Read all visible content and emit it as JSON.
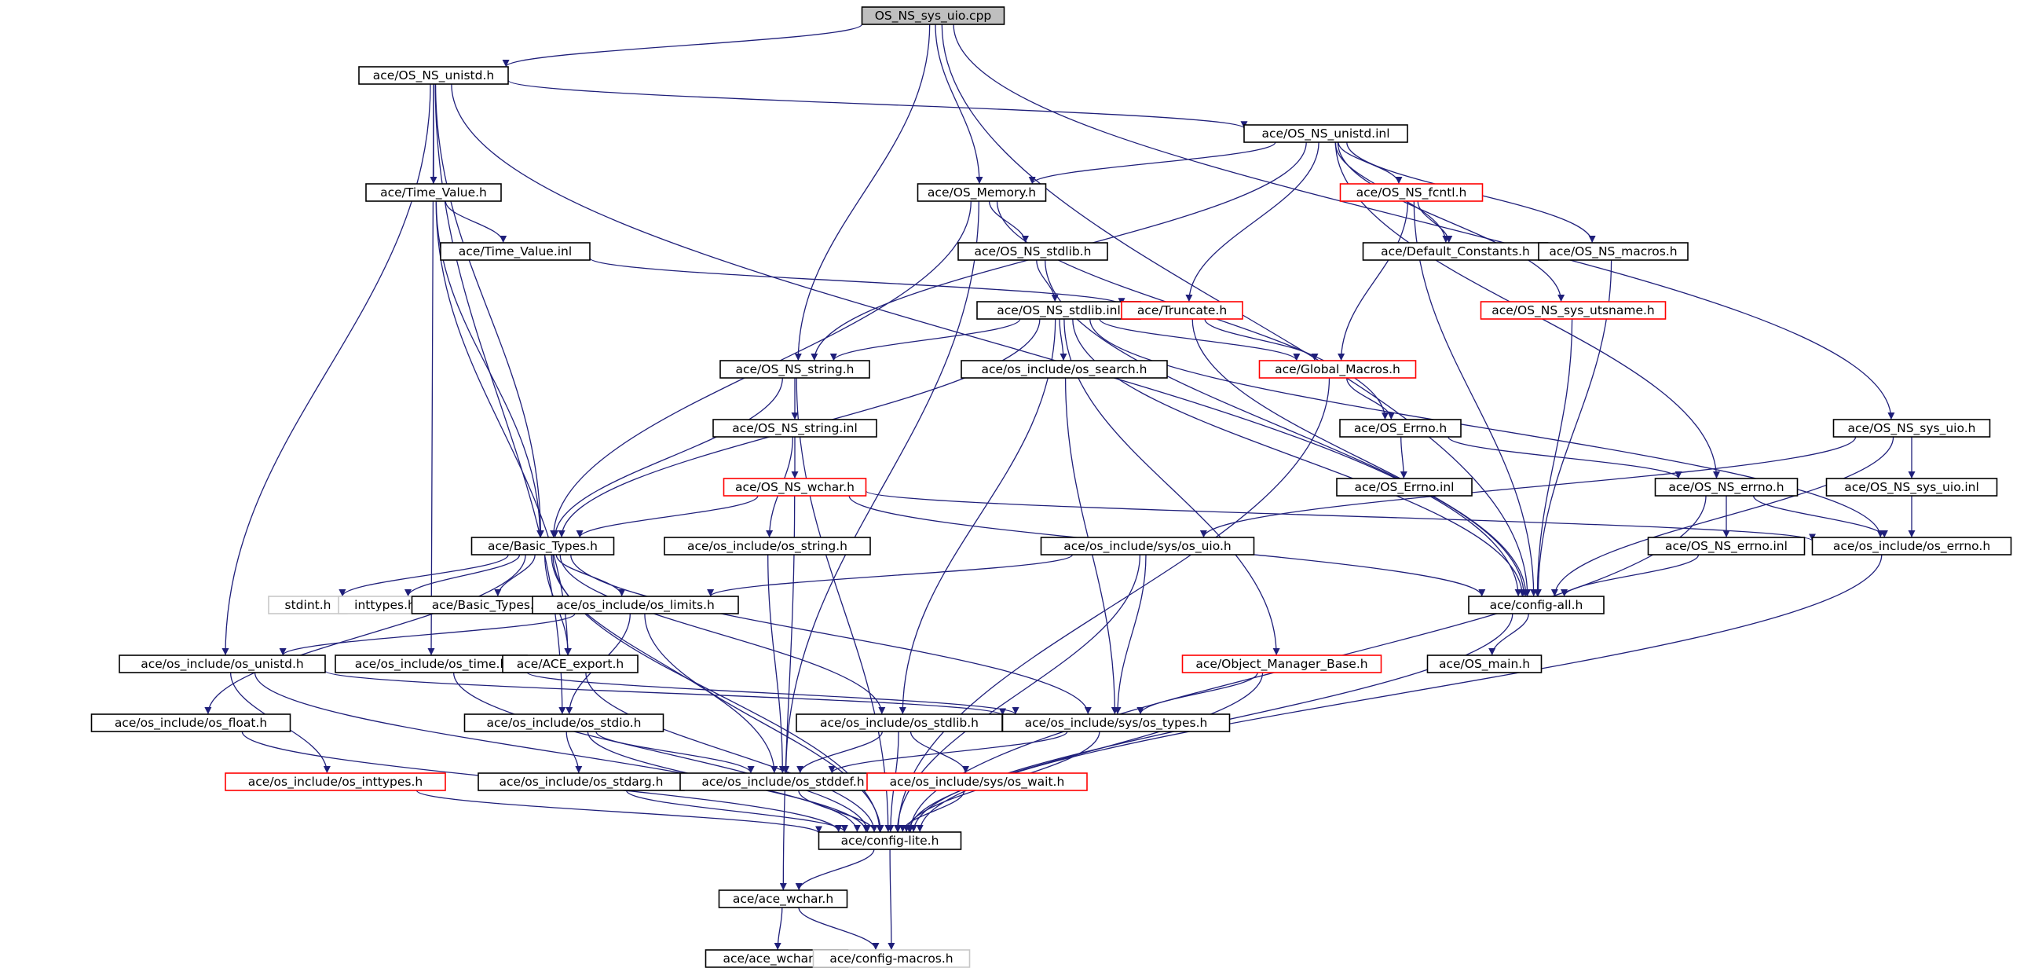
{
  "colors": {
    "edge": "#1f1f7a",
    "border_normal": "#000000",
    "border_truncated": "#ff0000",
    "border_external": "#c8c8c8",
    "fill_root": "#bfbfbf",
    "fill_node": "#ffffff"
  },
  "nodes": [
    {
      "id": "n1",
      "label": "OS_NS_sys_uio.cpp",
      "kind": "root"
    },
    {
      "id": "n2",
      "label": "ace/OS_NS_unistd.h",
      "kind": "normal"
    },
    {
      "id": "n3",
      "label": "ace/OS_NS_unistd.inl",
      "kind": "normal"
    },
    {
      "id": "n4",
      "label": "ace/Time_Value.h",
      "kind": "normal"
    },
    {
      "id": "n5",
      "label": "ace/OS_Memory.h",
      "kind": "normal"
    },
    {
      "id": "n6",
      "label": "ace/OS_NS_fcntl.h",
      "kind": "truncated"
    },
    {
      "id": "n7",
      "label": "ace/Time_Value.inl",
      "kind": "normal"
    },
    {
      "id": "n8",
      "label": "ace/OS_NS_stdlib.h",
      "kind": "normal"
    },
    {
      "id": "n9",
      "label": "ace/Default_Constants.h",
      "kind": "normal"
    },
    {
      "id": "n10",
      "label": "ace/OS_NS_macros.h",
      "kind": "normal"
    },
    {
      "id": "n11",
      "label": "ace/OS_NS_stdlib.inl",
      "kind": "normal"
    },
    {
      "id": "n12",
      "label": "ace/Truncate.h",
      "kind": "truncated"
    },
    {
      "id": "n13",
      "label": "ace/OS_NS_sys_utsname.h",
      "kind": "truncated"
    },
    {
      "id": "n14",
      "label": "ace/OS_NS_string.h",
      "kind": "normal"
    },
    {
      "id": "n15",
      "label": "ace/os_include/os_search.h",
      "kind": "normal"
    },
    {
      "id": "n16",
      "label": "ace/Global_Macros.h",
      "kind": "truncated"
    },
    {
      "id": "n17",
      "label": "ace/OS_NS_string.inl",
      "kind": "normal"
    },
    {
      "id": "n18",
      "label": "ace/OS_Errno.h",
      "kind": "normal"
    },
    {
      "id": "n19",
      "label": "ace/OS_NS_sys_uio.h",
      "kind": "normal"
    },
    {
      "id": "n20",
      "label": "ace/OS_NS_wchar.h",
      "kind": "truncated"
    },
    {
      "id": "n21",
      "label": "ace/OS_Errno.inl",
      "kind": "normal"
    },
    {
      "id": "n22",
      "label": "ace/OS_NS_errno.h",
      "kind": "normal"
    },
    {
      "id": "n23",
      "label": "ace/OS_NS_sys_uio.inl",
      "kind": "normal"
    },
    {
      "id": "n24",
      "label": "ace/Basic_Types.h",
      "kind": "normal"
    },
    {
      "id": "n25",
      "label": "ace/os_include/os_string.h",
      "kind": "normal"
    },
    {
      "id": "n26",
      "label": "ace/os_include/sys/os_uio.h",
      "kind": "normal"
    },
    {
      "id": "n27",
      "label": "ace/OS_NS_errno.inl",
      "kind": "normal"
    },
    {
      "id": "n28",
      "label": "ace/os_include/os_errno.h",
      "kind": "normal"
    },
    {
      "id": "n29",
      "label": "stdint.h",
      "kind": "external"
    },
    {
      "id": "n30",
      "label": "inttypes.h",
      "kind": "external"
    },
    {
      "id": "n31",
      "label": "ace/Basic_Types.inl",
      "kind": "normal"
    },
    {
      "id": "n32",
      "label": "ace/os_include/os_limits.h",
      "kind": "normal"
    },
    {
      "id": "n33",
      "label": "ace/config-all.h",
      "kind": "normal"
    },
    {
      "id": "n34",
      "label": "ace/os_include/os_unistd.h",
      "kind": "normal"
    },
    {
      "id": "n35",
      "label": "ace/os_include/os_time.h",
      "kind": "normal"
    },
    {
      "id": "n36",
      "label": "ace/ACE_export.h",
      "kind": "normal"
    },
    {
      "id": "n37",
      "label": "ace/Object_Manager_Base.h",
      "kind": "truncated"
    },
    {
      "id": "n38",
      "label": "ace/OS_main.h",
      "kind": "normal"
    },
    {
      "id": "n39",
      "label": "ace/os_include/os_float.h",
      "kind": "normal"
    },
    {
      "id": "n40",
      "label": "ace/os_include/os_stdio.h",
      "kind": "normal"
    },
    {
      "id": "n41",
      "label": "ace/os_include/os_stdlib.h",
      "kind": "normal"
    },
    {
      "id": "n42",
      "label": "ace/os_include/sys/os_types.h",
      "kind": "normal"
    },
    {
      "id": "n43",
      "label": "ace/os_include/os_inttypes.h",
      "kind": "truncated"
    },
    {
      "id": "n44",
      "label": "ace/os_include/os_stdarg.h",
      "kind": "normal"
    },
    {
      "id": "n45",
      "label": "ace/os_include/os_stddef.h",
      "kind": "normal"
    },
    {
      "id": "n46",
      "label": "ace/os_include/sys/os_wait.h",
      "kind": "truncated"
    },
    {
      "id": "n47",
      "label": "ace/config-lite.h",
      "kind": "normal"
    },
    {
      "id": "n48",
      "label": "ace/ace_wchar.h",
      "kind": "normal"
    },
    {
      "id": "n49",
      "label": "ace/ace_wchar.inl",
      "kind": "normal"
    },
    {
      "id": "n50",
      "label": "ace/config-macros.h",
      "kind": "external"
    }
  ],
  "edges": [
    [
      "n1",
      "n2"
    ],
    [
      "n1",
      "n14"
    ],
    [
      "n1",
      "n5"
    ],
    [
      "n1",
      "n33"
    ],
    [
      "n1",
      "n19"
    ],
    [
      "n2",
      "n3"
    ],
    [
      "n2",
      "n4"
    ],
    [
      "n2",
      "n24"
    ],
    [
      "n2",
      "n34"
    ],
    [
      "n2",
      "n35"
    ],
    [
      "n2",
      "n40"
    ],
    [
      "n2",
      "n33"
    ],
    [
      "n3",
      "n5"
    ],
    [
      "n3",
      "n14"
    ],
    [
      "n3",
      "n6"
    ],
    [
      "n3",
      "n9"
    ],
    [
      "n3",
      "n12"
    ],
    [
      "n3",
      "n13"
    ],
    [
      "n3",
      "n10"
    ],
    [
      "n3",
      "n22"
    ],
    [
      "n4",
      "n7"
    ],
    [
      "n4",
      "n24"
    ],
    [
      "n4",
      "n36"
    ],
    [
      "n5",
      "n8"
    ],
    [
      "n5",
      "n24"
    ],
    [
      "n5",
      "n45"
    ],
    [
      "n5",
      "n18"
    ],
    [
      "n6",
      "n9"
    ],
    [
      "n6",
      "n16"
    ],
    [
      "n6",
      "n33"
    ],
    [
      "n7",
      "n12"
    ],
    [
      "n8",
      "n11"
    ],
    [
      "n8",
      "n33"
    ],
    [
      "n10",
      "n33"
    ],
    [
      "n11",
      "n14"
    ],
    [
      "n11",
      "n15"
    ],
    [
      "n11",
      "n16"
    ],
    [
      "n11",
      "n24"
    ],
    [
      "n11",
      "n41"
    ],
    [
      "n11",
      "n37"
    ],
    [
      "n11",
      "n28"
    ],
    [
      "n11",
      "n33"
    ],
    [
      "n12",
      "n16"
    ],
    [
      "n12",
      "n33"
    ],
    [
      "n13",
      "n33"
    ],
    [
      "n14",
      "n17"
    ],
    [
      "n14",
      "n24"
    ],
    [
      "n14",
      "n47"
    ],
    [
      "n15",
      "n42"
    ],
    [
      "n16",
      "n18"
    ],
    [
      "n16",
      "n47"
    ],
    [
      "n17",
      "n20"
    ],
    [
      "n17",
      "n25"
    ],
    [
      "n18",
      "n21"
    ],
    [
      "n18",
      "n22"
    ],
    [
      "n19",
      "n23"
    ],
    [
      "n19",
      "n26"
    ],
    [
      "n19",
      "n33"
    ],
    [
      "n20",
      "n24"
    ],
    [
      "n20",
      "n28"
    ],
    [
      "n20",
      "n48"
    ],
    [
      "n20",
      "n33"
    ],
    [
      "n22",
      "n27"
    ],
    [
      "n22",
      "n28"
    ],
    [
      "n22",
      "n47"
    ],
    [
      "n23",
      "n28"
    ],
    [
      "n24",
      "n29"
    ],
    [
      "n24",
      "n30"
    ],
    [
      "n24",
      "n31"
    ],
    [
      "n24",
      "n32"
    ],
    [
      "n24",
      "n42"
    ],
    [
      "n24",
      "n41"
    ],
    [
      "n24",
      "n45"
    ],
    [
      "n24",
      "n39"
    ],
    [
      "n24",
      "n36"
    ],
    [
      "n24",
      "n47"
    ],
    [
      "n25",
      "n45"
    ],
    [
      "n26",
      "n32"
    ],
    [
      "n26",
      "n42"
    ],
    [
      "n26",
      "n47"
    ],
    [
      "n27",
      "n33"
    ],
    [
      "n28",
      "n47"
    ],
    [
      "n32",
      "n40"
    ],
    [
      "n32",
      "n34"
    ],
    [
      "n32",
      "n47"
    ],
    [
      "n33",
      "n38"
    ],
    [
      "n33",
      "n47"
    ],
    [
      "n34",
      "n43"
    ],
    [
      "n34",
      "n42"
    ],
    [
      "n34",
      "n47"
    ],
    [
      "n35",
      "n42"
    ],
    [
      "n35",
      "n47"
    ],
    [
      "n36",
      "n47"
    ],
    [
      "n37",
      "n42"
    ],
    [
      "n37",
      "n47"
    ],
    [
      "n39",
      "n47"
    ],
    [
      "n40",
      "n44"
    ],
    [
      "n40",
      "n45"
    ],
    [
      "n40",
      "n47"
    ],
    [
      "n41",
      "n45"
    ],
    [
      "n41",
      "n46"
    ],
    [
      "n41",
      "n47"
    ],
    [
      "n42",
      "n45"
    ],
    [
      "n42",
      "n47"
    ],
    [
      "n43",
      "n47"
    ],
    [
      "n44",
      "n47"
    ],
    [
      "n45",
      "n47"
    ],
    [
      "n46",
      "n47"
    ],
    [
      "n47",
      "n48"
    ],
    [
      "n47",
      "n50"
    ],
    [
      "n48",
      "n49"
    ],
    [
      "n48",
      "n50"
    ]
  ]
}
